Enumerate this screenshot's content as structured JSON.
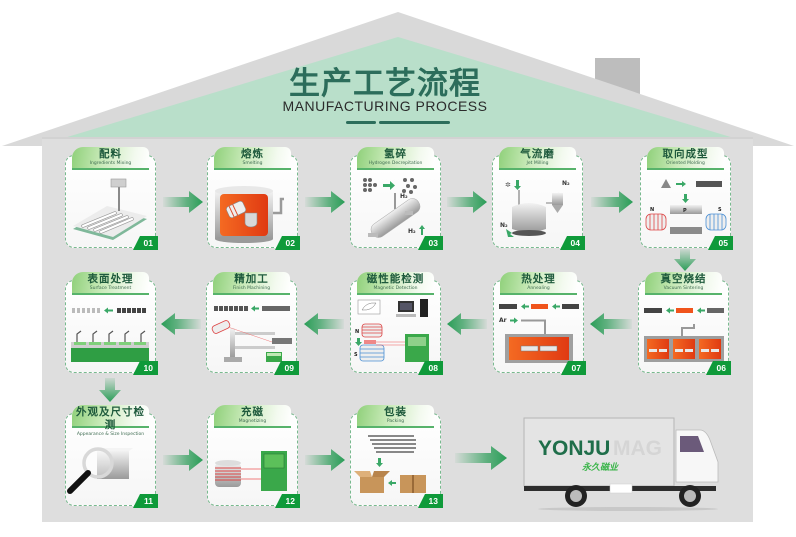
{
  "page_title": {
    "zh": "生产工艺流程",
    "en": "MANUFACTURING PROCESS"
  },
  "steps": [
    {
      "num": "01",
      "zh": "配料",
      "en": "Ingredients Mixing"
    },
    {
      "num": "02",
      "zh": "熔炼",
      "en": "Smelting"
    },
    {
      "num": "03",
      "zh": "氢碎",
      "en": "Hydrogen Decrepitation"
    },
    {
      "num": "04",
      "zh": "气流磨",
      "en": "Jet Milling"
    },
    {
      "num": "05",
      "zh": "取向成型",
      "en": "Oriented Molding"
    },
    {
      "num": "06",
      "zh": "真空烧结",
      "en": "Vacuum Sintering"
    },
    {
      "num": "07",
      "zh": "热处理",
      "en": "Annealing"
    },
    {
      "num": "08",
      "zh": "磁性能检测",
      "en": "Magnetic Detection"
    },
    {
      "num": "09",
      "zh": "精加工",
      "en": "Finish Machining"
    },
    {
      "num": "10",
      "zh": "表面处理",
      "en": "Surface Treatment"
    },
    {
      "num": "11",
      "zh": "外观及尺寸检测",
      "en": "Appearance & Size Inspection"
    },
    {
      "num": "12",
      "zh": "充磁",
      "en": "Magnetizing"
    },
    {
      "num": "13",
      "zh": "包装",
      "en": "Packing"
    }
  ],
  "illustration_labels": {
    "h2_in": "H₂",
    "h2_out": "H₂",
    "n2_top": "N₂",
    "n2_bottom": "N₂",
    "pole_n": "N",
    "press_p": "P",
    "pole_s": "S",
    "argon": "Ar",
    "coil_n": "N",
    "coil_s": "S"
  },
  "truck": {
    "brand": "YONJU",
    "brand_suffix": "MAG",
    "brand_zh": "永久磁业"
  },
  "colors": {
    "roof": "#d9d9d9",
    "roof_inner": "#b9dfca",
    "wall": "#dedede",
    "chimney": "#bdbdbd",
    "title": "#2c6d5b",
    "badge": "#0f9a3a",
    "arrow": "#2a9d57",
    "card_border": "#78b98e",
    "furnace": "#f0541c"
  }
}
